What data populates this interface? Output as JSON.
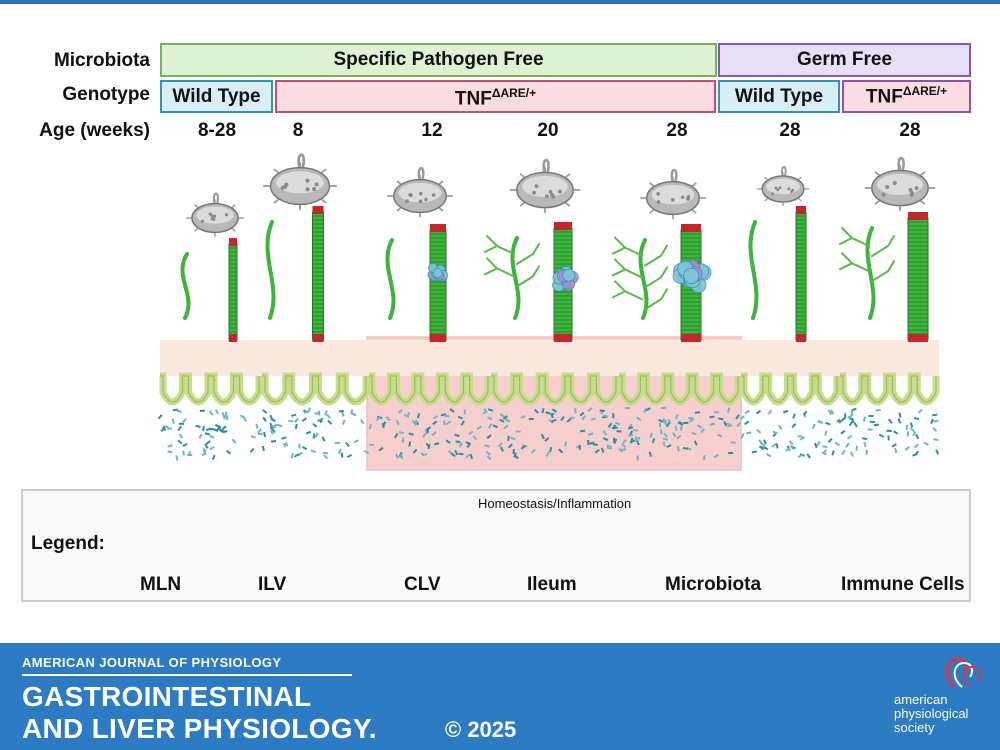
{
  "rows": {
    "microbiota_label": "Microbiota",
    "genotype_label": "Genotype",
    "age_label": "Age (weeks)"
  },
  "microbiota_groups": [
    "Specific Pathogen Free",
    "Germ Free"
  ],
  "genotype_groups": {
    "wild_type_spf": "Wild Type",
    "tnf_base": "TNF",
    "tnf_sup": "ΔARE/+",
    "wild_type_gf": "Wild Type",
    "tnf_gf_base": "TNF",
    "tnf_gf_sup": "ΔARE/+"
  },
  "ages": [
    "8-28",
    "8",
    "12",
    "20",
    "28",
    "28",
    "28"
  ],
  "legend": {
    "title": "Legend:",
    "subtitle": "Homeostasis/Inflammation",
    "items": [
      "MLN",
      "ILV",
      "CLV",
      "Ileum",
      "Microbiota",
      "Immune Cells"
    ]
  },
  "footer": {
    "journal_line": "AMERICAN JOURNAL OF PHYSIOLOGY",
    "title_line1": "GASTROINTESTINAL",
    "title_line2": "AND LIVER PHYSIOLOGY.",
    "copyright": "© 2025",
    "society": "american physiological society"
  },
  "colors": {
    "spf_fill": "#dff2d4",
    "spf_border": "#74b55a",
    "gf_fill": "#e8e0f6",
    "gf_border": "#8c55a8",
    "wt_fill": "#d9eef7",
    "wt_border": "#3a8fb6",
    "tnf_fill": "#f9dde2",
    "tnf_border": "#c1507a",
    "inflamed": "#f4a9a9",
    "vessel_green": "#3cb53c",
    "valve_red": "#c3272e",
    "microbe_teal": "#2a8fa0",
    "footer_blue": "#2d7bc2"
  },
  "columns": [
    {
      "mln_scale": 0.72,
      "ilv_branches": 0,
      "immune": 0,
      "inflamed": false
    },
    {
      "mln_scale": 0.92,
      "ilv_branches": 0,
      "immune": 0,
      "inflamed": false
    },
    {
      "mln_scale": 0.82,
      "ilv_branches": 0,
      "immune": 1,
      "inflamed": true
    },
    {
      "mln_scale": 0.88,
      "ilv_branches": 2,
      "immune": 2,
      "inflamed": true
    },
    {
      "mln_scale": 0.82,
      "ilv_branches": 3,
      "immune": 3,
      "inflamed": true
    },
    {
      "mln_scale": 0.65,
      "ilv_branches": 0,
      "immune": 0,
      "inflamed": false
    },
    {
      "mln_scale": 0.88,
      "ilv_branches": 2,
      "immune": 0,
      "inflamed": false
    }
  ]
}
